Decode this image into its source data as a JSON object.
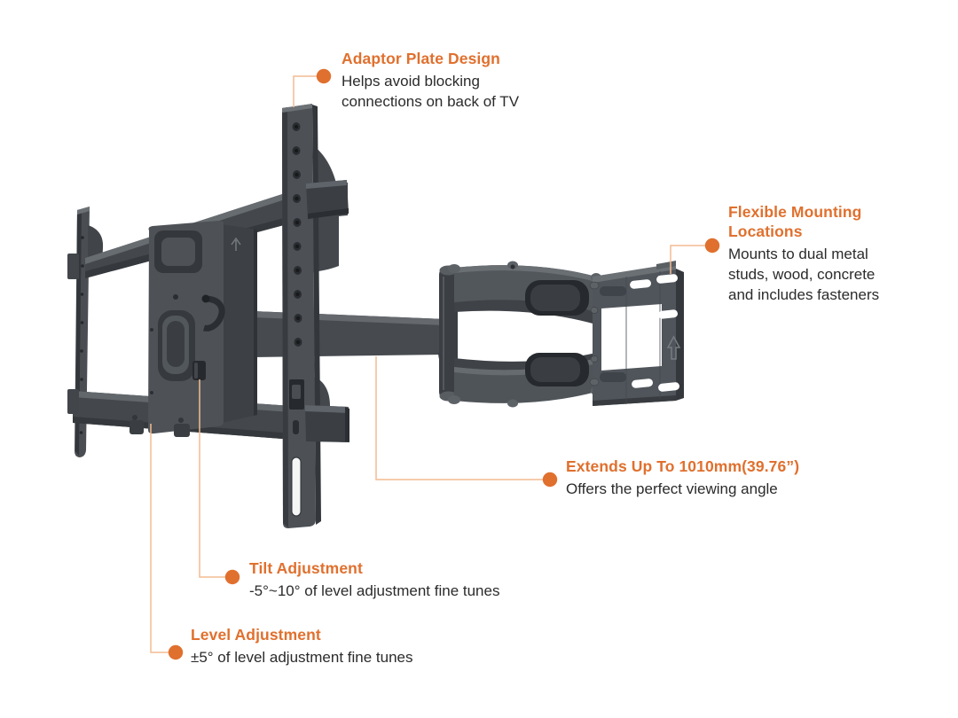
{
  "colors": {
    "accent": "#E0702E",
    "connector_line": "#F4BC92",
    "body_text": "#2B2B2B",
    "mount_dark": "#34383C",
    "mount_mid": "#4D5156",
    "mount_light": "#6B7075",
    "background": "#FFFFFF"
  },
  "callouts": [
    {
      "title": "Adaptor Plate Design",
      "description": "Helps avoid blocking connections on back of TV"
    },
    {
      "title": "Flexible Mounting Locations",
      "description": "Mounts to dual metal studs, wood, concrete and includes fasteners"
    },
    {
      "title": "Extends Up To 1010mm(39.76”)",
      "description": "Offers the perfect viewing angle"
    },
    {
      "title": "Tilt Adjustment",
      "description": "-5°~10° of level adjustment fine tunes"
    },
    {
      "title": "Level Adjustment",
      "description": "±5° of level adjustment fine tunes"
    }
  ]
}
